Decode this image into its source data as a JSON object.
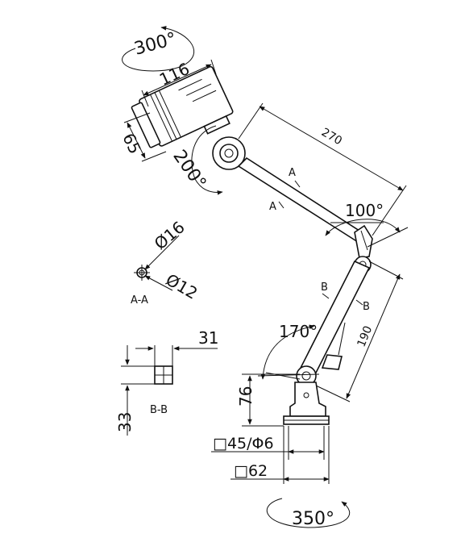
{
  "figure": {
    "rotations": {
      "head_rotation": "300°",
      "head_tilt": "200°",
      "upper_joint": "100°",
      "lower_joint": "170°",
      "base_rotation": "350°"
    },
    "dimensions": {
      "head_length": "116",
      "head_height": "65",
      "upper_arm": "270",
      "lower_arm": "190",
      "base_height": "76",
      "base_square_tube": "□45/Φ6",
      "base_square": "□62"
    },
    "sections": {
      "section_a_mark": "A",
      "section_b_mark": "B",
      "section_a_title": "A-A",
      "section_a_outer": "Ø16",
      "section_a_inner": "Ø12",
      "section_b_title": "B-B",
      "section_b_width": "31",
      "section_b_height": "33"
    },
    "colors": {
      "line": "#111111",
      "background": "#ffffff"
    }
  }
}
